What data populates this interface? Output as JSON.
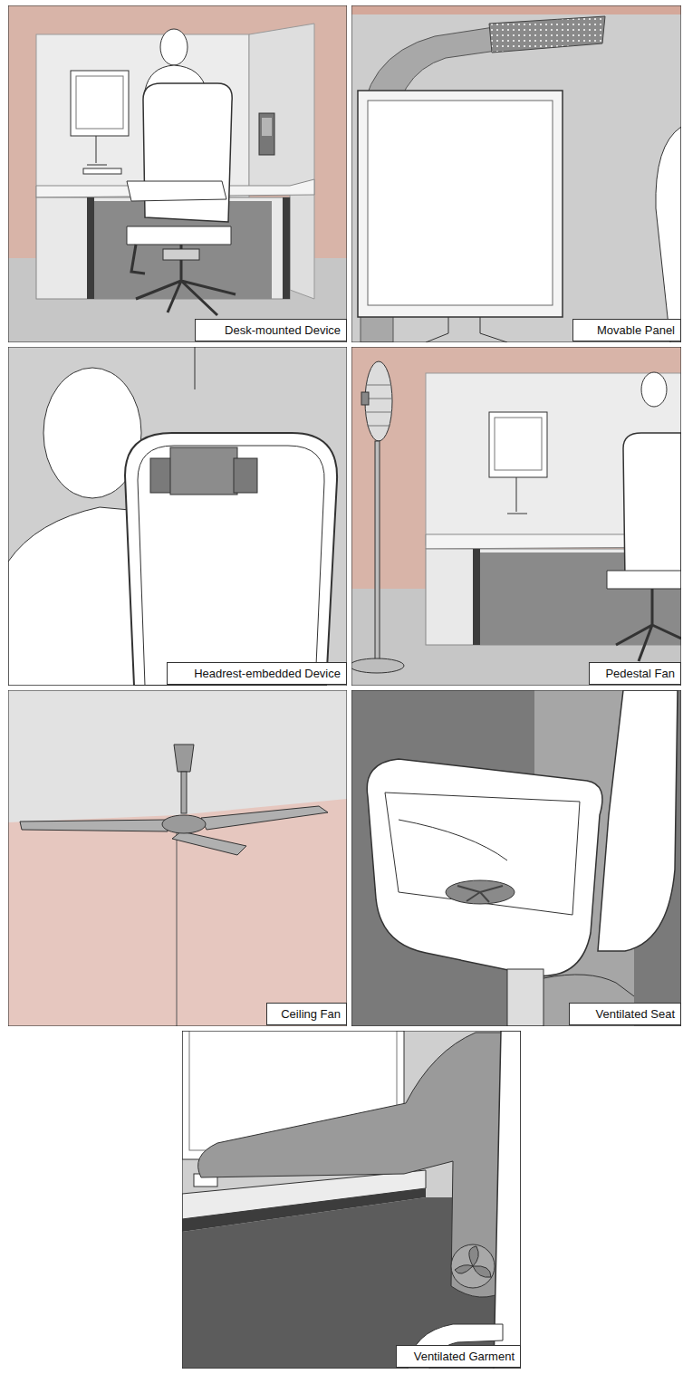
{
  "diagram": {
    "nodes": [
      {
        "text": [
          "Desk-mounted Device"
        ]
      },
      {
        "text": [
          "Movable Panel"
        ]
      },
      {
        "text": [
          "Headrest-embedded Device"
        ]
      },
      {
        "text": [
          "Pedestal Fan"
        ]
      },
      {
        "text": [
          "Ceiling Fan"
        ]
      },
      {
        "text": [
          "Ventilated Seat"
        ]
      },
      {
        "text": [
          "Ventilated Garment"
        ]
      }
    ]
  }
}
